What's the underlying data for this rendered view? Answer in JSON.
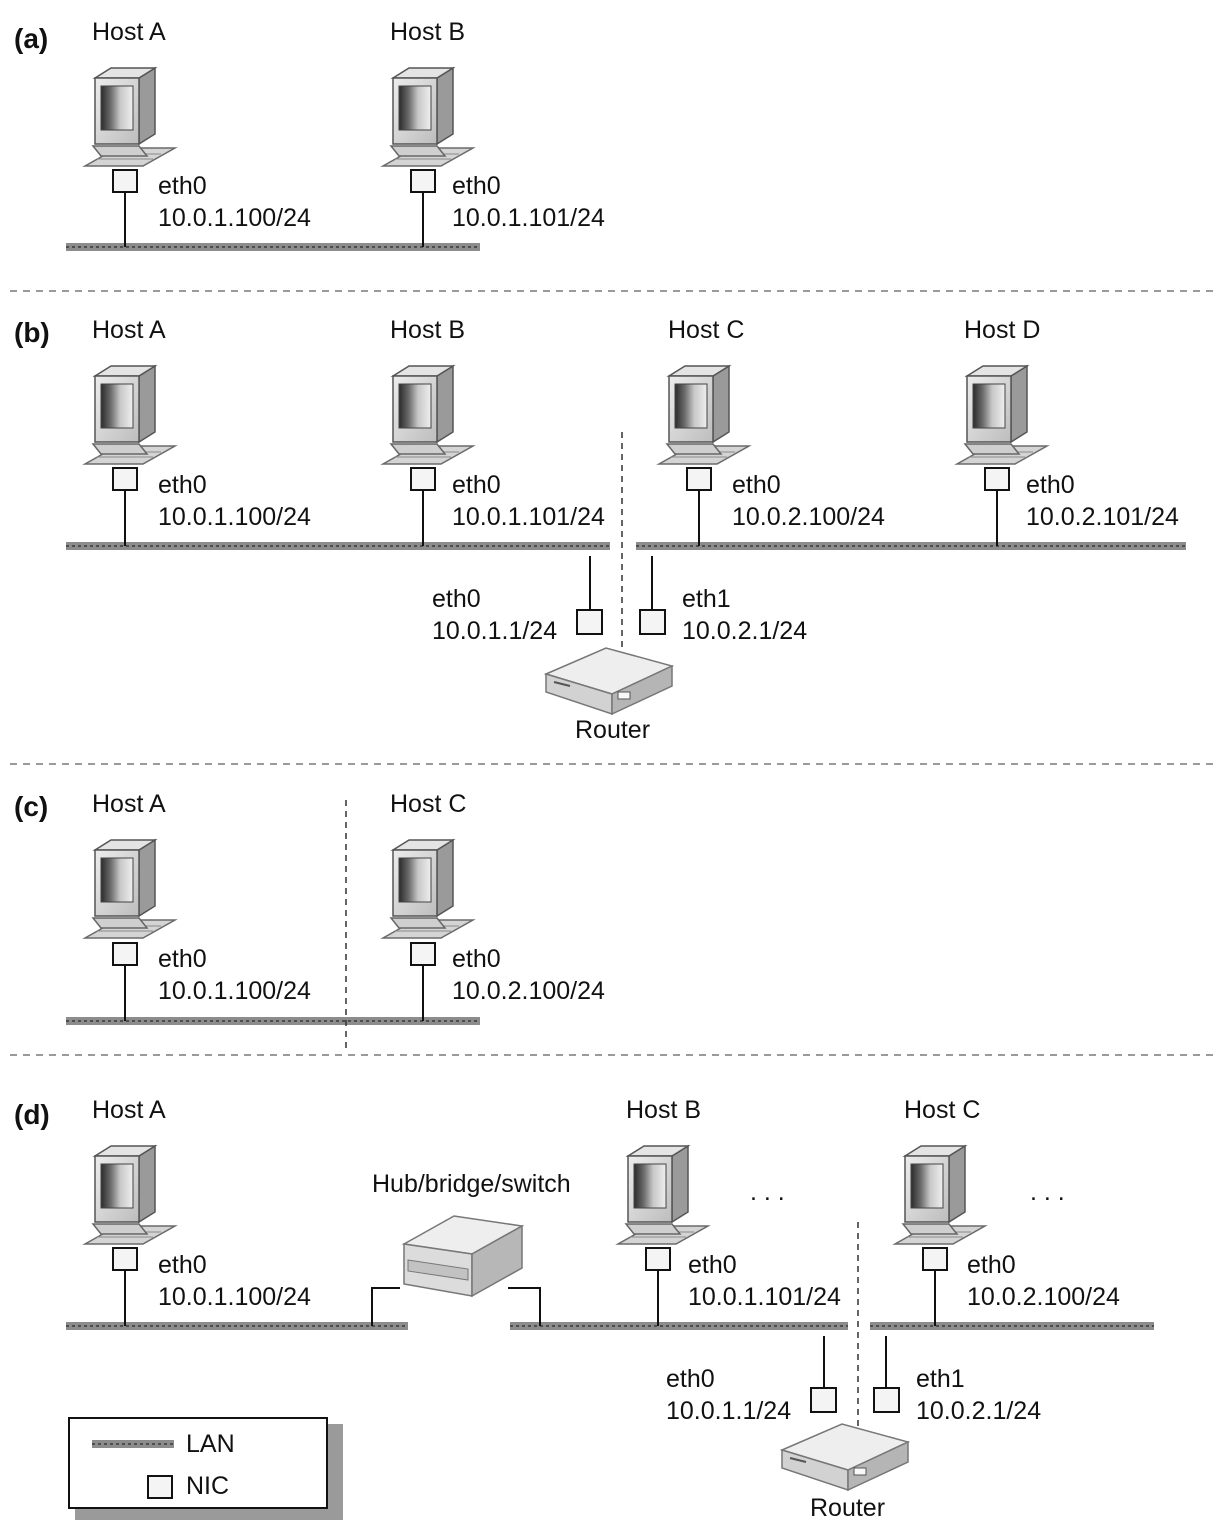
{
  "colors": {
    "lan": "#8c8c8c",
    "nic_fill": "#f4f4f4",
    "separator": "#9a9a9a"
  },
  "icons": {
    "host": "computer-icon",
    "router": "router-icon",
    "hub": "hub-icon"
  },
  "panels": {
    "a": {
      "label": "(a)",
      "host_a": {
        "name": "Host A",
        "iface": "eth0",
        "ip": "10.0.1.100/24"
      },
      "host_b": {
        "name": "Host B",
        "iface": "eth0",
        "ip": "10.0.1.101/24"
      }
    },
    "b": {
      "label": "(b)",
      "host_a": {
        "name": "Host A",
        "iface": "eth0",
        "ip": "10.0.1.100/24"
      },
      "host_b": {
        "name": "Host B",
        "iface": "eth0",
        "ip": "10.0.1.101/24"
      },
      "host_c": {
        "name": "Host C",
        "iface": "eth0",
        "ip": "10.0.2.100/24"
      },
      "host_d": {
        "name": "Host D",
        "iface": "eth0",
        "ip": "10.0.2.101/24"
      },
      "router": {
        "name": "Router",
        "iface0": "eth0",
        "ip0": "10.0.1.1/24",
        "iface1": "eth1",
        "ip1": "10.0.2.1/24"
      }
    },
    "c": {
      "label": "(c)",
      "host_a": {
        "name": "Host A",
        "iface": "eth0",
        "ip": "10.0.1.100/24"
      },
      "host_c": {
        "name": "Host C",
        "iface": "eth0",
        "ip": "10.0.2.100/24"
      }
    },
    "d": {
      "label": "(d)",
      "host_a": {
        "name": "Host A",
        "iface": "eth0",
        "ip": "10.0.1.100/24"
      },
      "host_b": {
        "name": "Host B",
        "iface": "eth0",
        "ip": "10.0.1.101/24"
      },
      "host_c": {
        "name": "Host C",
        "iface": "eth0",
        "ip": "10.0.2.100/24"
      },
      "hub": {
        "name": "Hub/bridge/switch"
      },
      "ellipsis": ". . .",
      "router": {
        "name": "Router",
        "iface0": "eth0",
        "ip0": "10.0.1.1/24",
        "iface1": "eth1",
        "ip1": "10.0.2.1/24"
      }
    }
  },
  "legend": {
    "lan": "LAN",
    "nic": "NIC"
  }
}
